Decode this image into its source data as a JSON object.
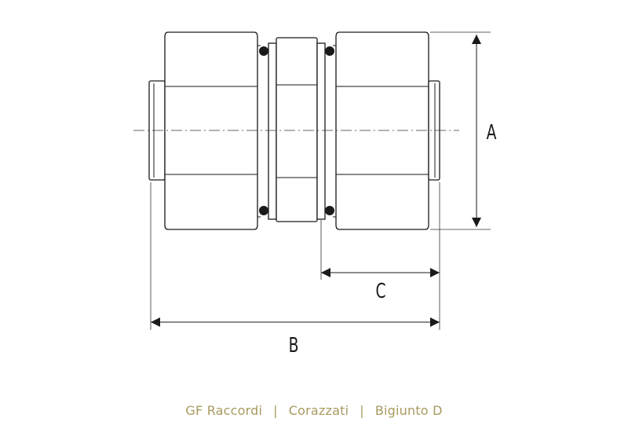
{
  "drawing": {
    "dimension_labels": {
      "a": "A",
      "b": "B",
      "c": "C"
    }
  },
  "caption": {
    "brand": "GF Raccordi",
    "category": "Corazzati",
    "product": "Bigiunto D",
    "separator": "|"
  }
}
